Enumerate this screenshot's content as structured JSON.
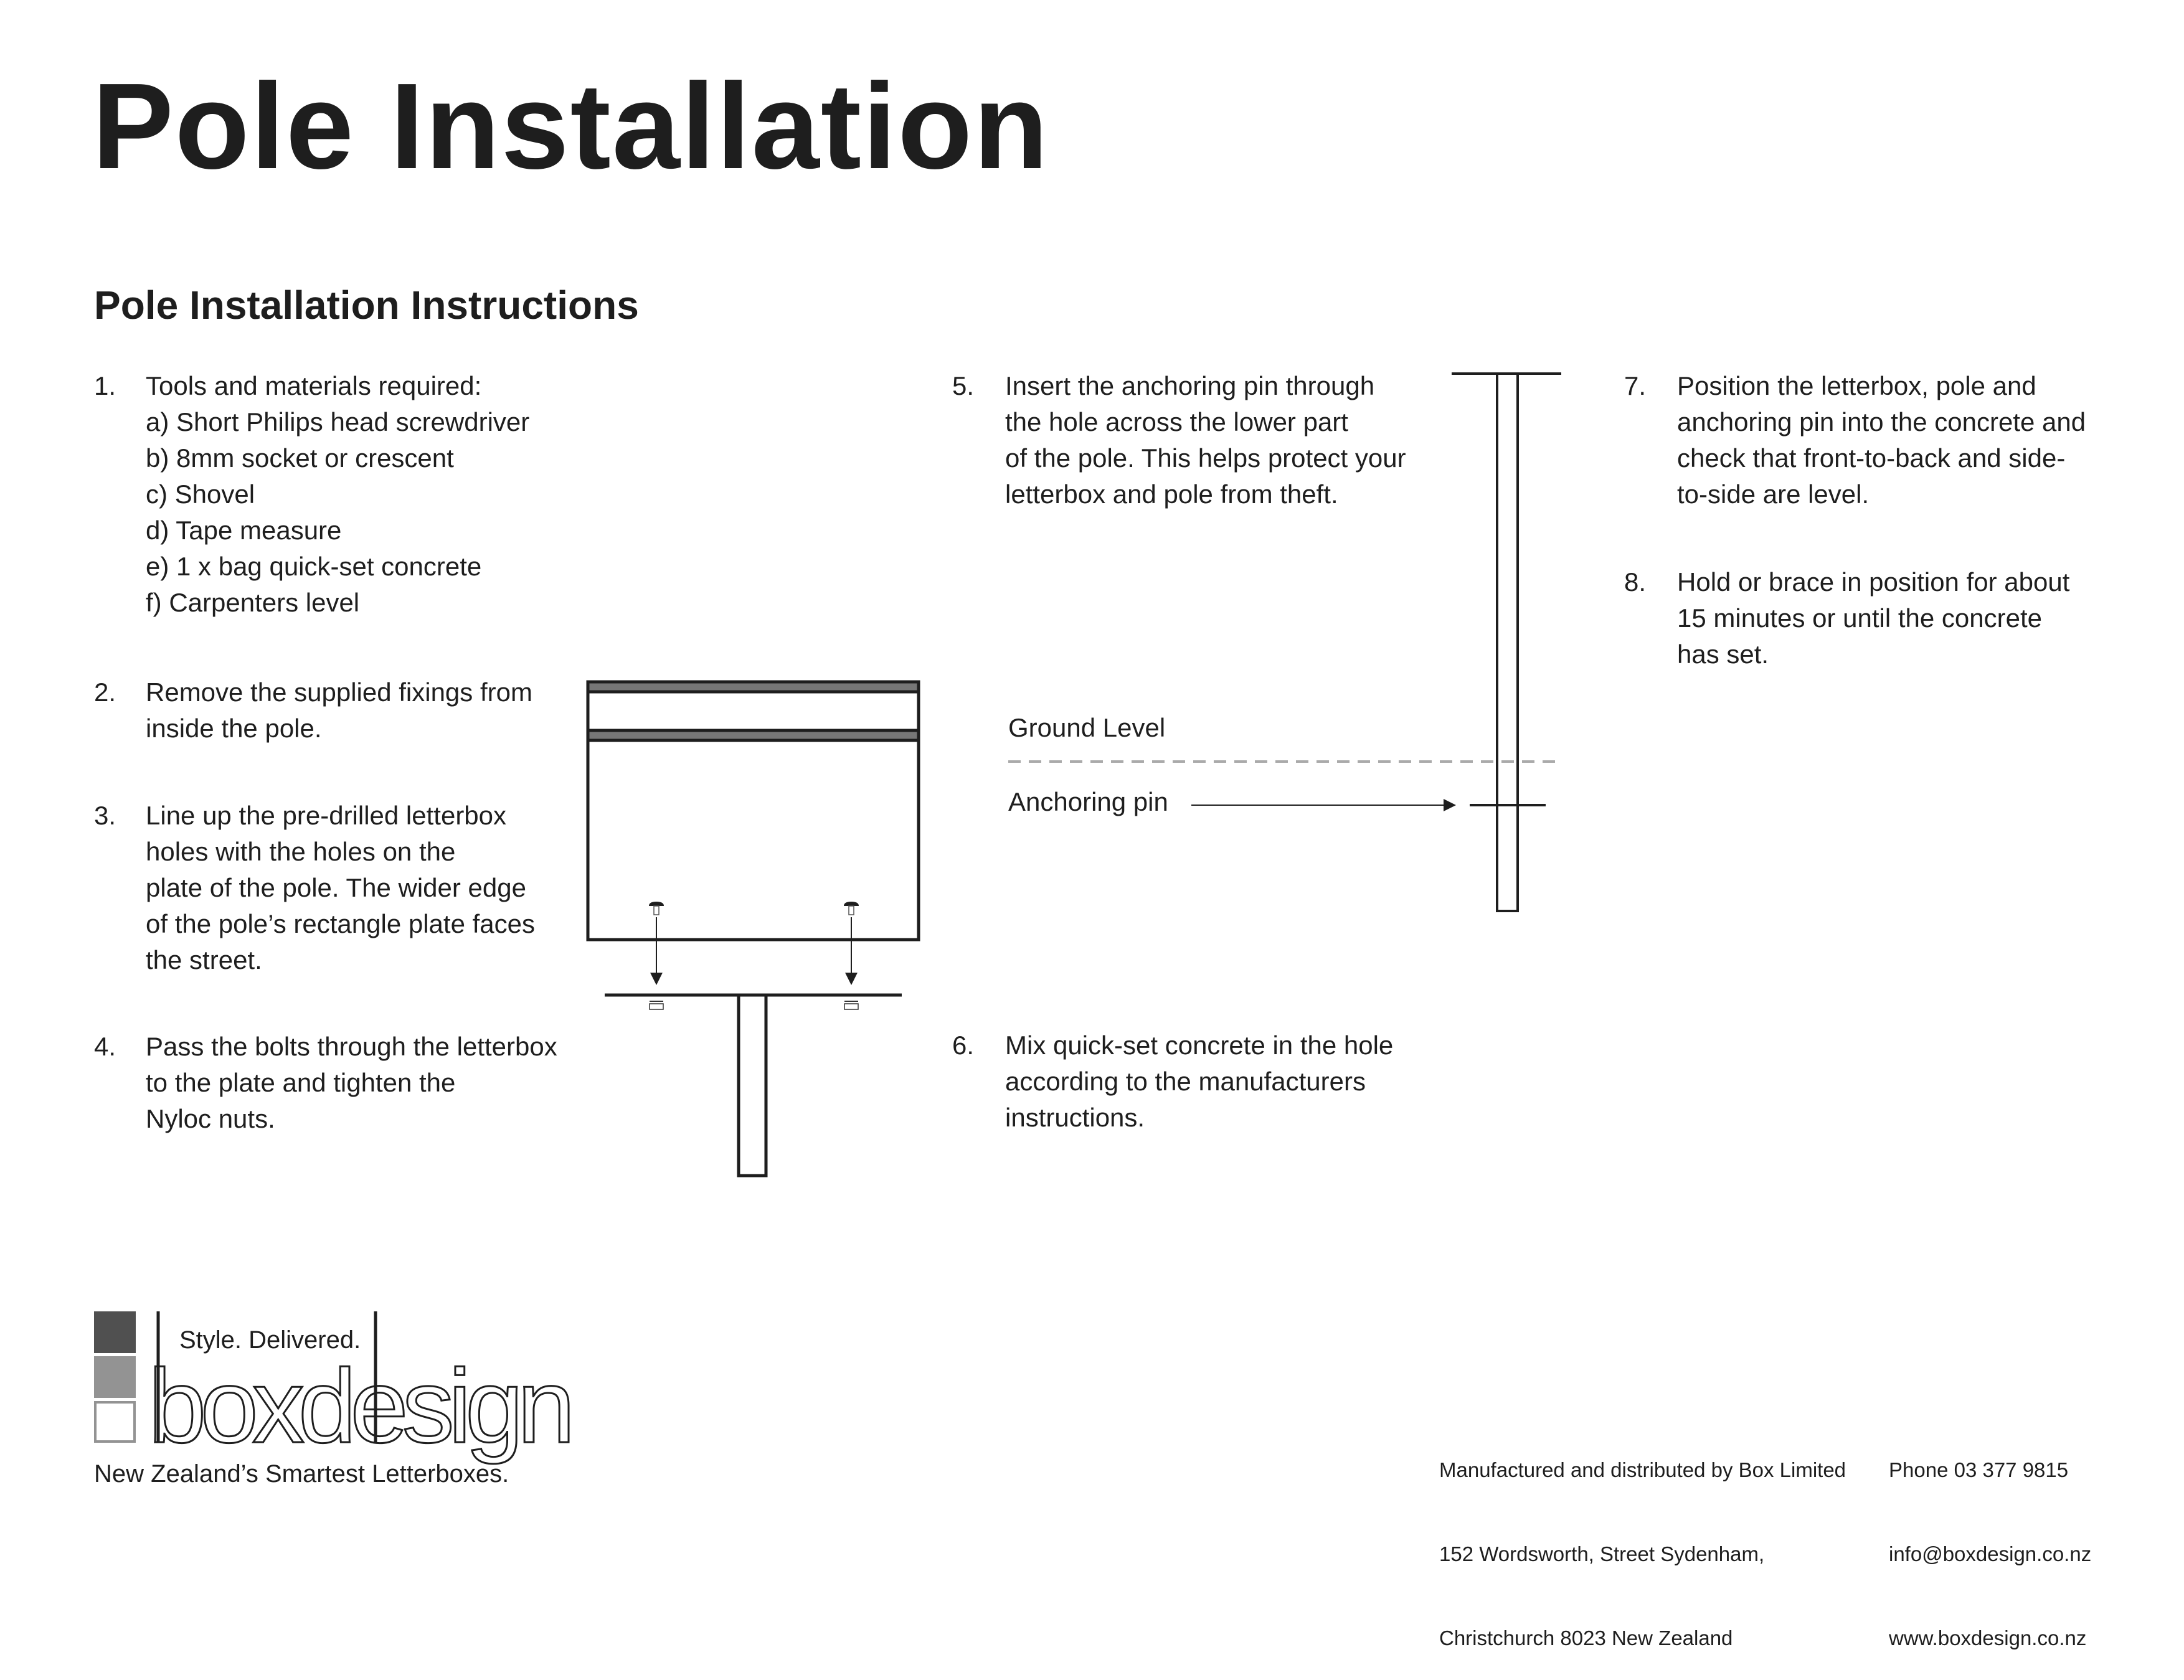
{
  "title": "Pole Installation",
  "subtitle": "Pole Installation Instructions",
  "steps": [
    {
      "num": "1.",
      "lines": [
        "Tools and materials required:",
        "a) Short Philips head screwdriver",
        "b) 8mm socket or crescent",
        "c) Shovel",
        "d) Tape measure",
        "e) 1 x bag quick-set concrete",
        "f) Carpenters level"
      ]
    },
    {
      "num": "2.",
      "lines": [
        "Remove the supplied fixings from",
        "inside the pole."
      ]
    },
    {
      "num": "3.",
      "lines": [
        "Line up the pre-drilled letterbox",
        "holes with the holes on the",
        "plate of the pole. The wider edge",
        "of the pole’s rectangle plate faces",
        "the street."
      ]
    },
    {
      "num": "4.",
      "lines": [
        "Pass the bolts through the letterbox",
        "to the plate and tighten the",
        "Nyloc nuts."
      ]
    },
    {
      "num": "5.",
      "lines": [
        "Insert the anchoring pin through",
        "the hole across the lower part",
        "of the pole. This helps protect your",
        "letterbox and pole from theft."
      ]
    },
    {
      "num": "6.",
      "lines": [
        "Mix quick-set concrete in the hole",
        "according to the manufacturers",
        "instructions."
      ]
    },
    {
      "num": "7.",
      "lines": [
        "Position the letterbox, pole and",
        "anchoring pin into the concrete and",
        "check that front-to-back and side-",
        "to-side are level."
      ]
    },
    {
      "num": "8.",
      "lines": [
        "Hold or brace in position for about",
        "15 minutes or until the concrete",
        "has set."
      ]
    }
  ],
  "diagram": {
    "ground_label": "Ground Level",
    "pin_label": "Anchoring pin"
  },
  "logo": {
    "tagline": "Style. Delivered.",
    "wordmark": "boxdesign",
    "slogan": "New Zealand’s Smartest Letterboxes.",
    "colors": [
      "#505050",
      "#939393",
      "#ffffff"
    ]
  },
  "footer": {
    "address": [
      "Manufactured and distributed by Box Limited",
      "152 Wordsworth, Street Sydenham,",
      "Christchurch 8023 New Zealand"
    ],
    "contact": [
      "Phone 03 377 9815",
      "info@boxdesign.co.nz",
      "www.boxdesign.co.nz"
    ]
  }
}
